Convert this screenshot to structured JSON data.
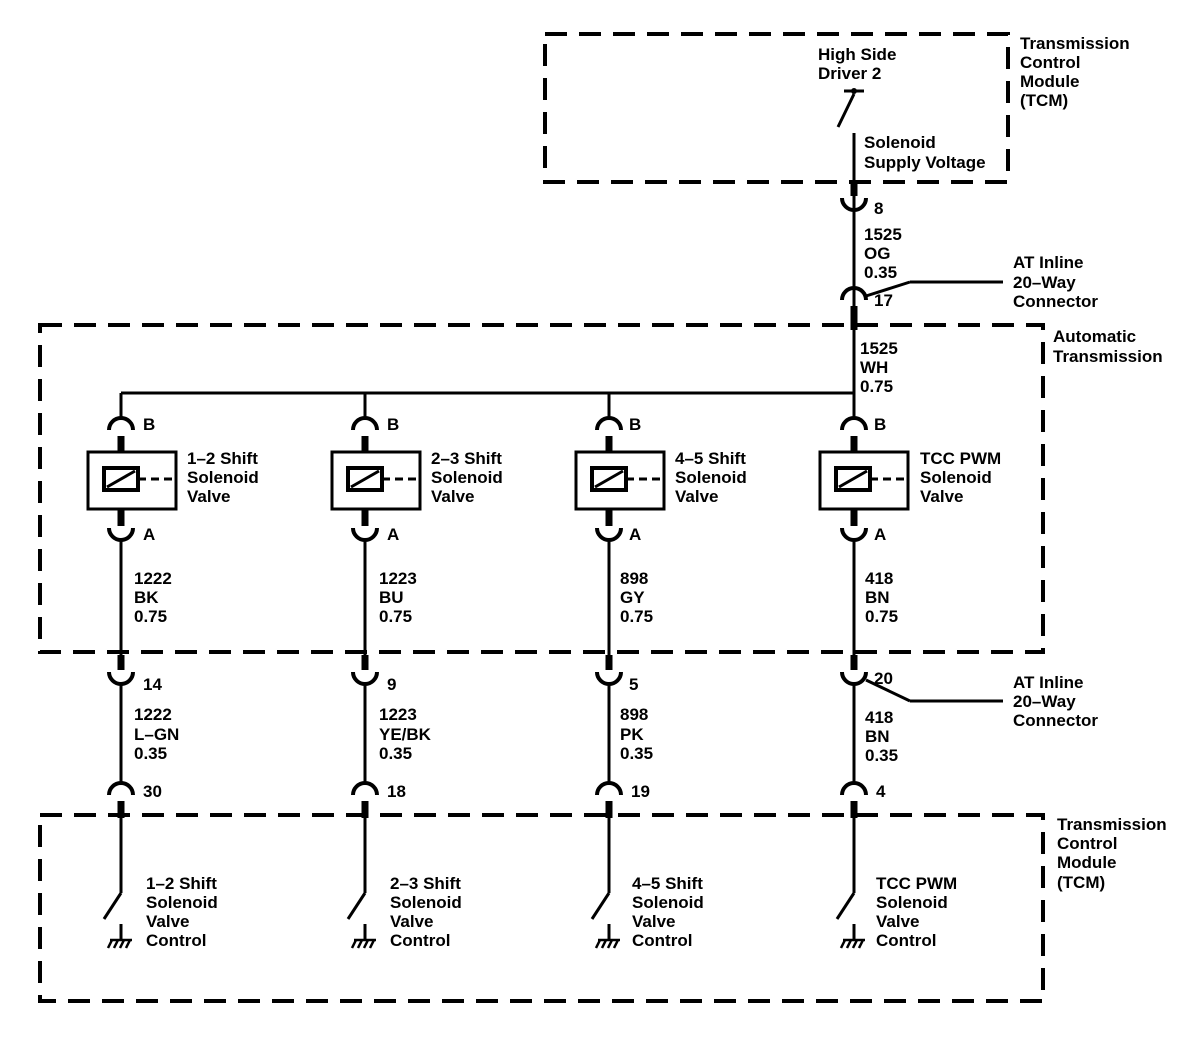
{
  "modules": {
    "tcm_top": [
      "Transmission",
      "Control",
      "Module",
      "(TCM)"
    ],
    "auto_trans": [
      "Automatic",
      "Transmission"
    ],
    "tcm_bottom": [
      "Transmission",
      "Control",
      "Module",
      "(TCM)"
    ]
  },
  "high_side_driver": [
    "High Side",
    "Driver 2"
  ],
  "supply_voltage": [
    "Solenoid",
    "Supply Voltage"
  ],
  "supply_pin": "8",
  "supply_wire_upper": [
    "1525",
    "OG",
    "0.35"
  ],
  "inline_pin_supply": "17",
  "inline_connector_top": [
    "AT Inline",
    "20–Way",
    "Connector"
  ],
  "supply_wire_lower": [
    "1525",
    "WH",
    "0.75"
  ],
  "branches": [
    {
      "pin_b": "B",
      "solenoid": [
        "1–2 Shift",
        "Solenoid",
        "Valve"
      ],
      "pin_a": "A",
      "wire_inner": [
        "1222",
        "BK",
        "0.75"
      ],
      "inline_pin": "14",
      "wire_outer": [
        "1222",
        "L–GN",
        "0.35"
      ],
      "tcm_pin": "30",
      "control": [
        "1–2 Shift",
        "Solenoid",
        "Valve",
        "Control"
      ]
    },
    {
      "pin_b": "B",
      "solenoid": [
        "2–3 Shift",
        "Solenoid",
        "Valve"
      ],
      "pin_a": "A",
      "wire_inner": [
        "1223",
        "BU",
        "0.75"
      ],
      "inline_pin": "9",
      "wire_outer": [
        "1223",
        "YE/BK",
        "0.35"
      ],
      "tcm_pin": "18",
      "control": [
        "2–3 Shift",
        "Solenoid",
        "Valve",
        "Control"
      ]
    },
    {
      "pin_b": "B",
      "solenoid": [
        "4–5 Shift",
        "Solenoid",
        "Valve"
      ],
      "pin_a": "A",
      "wire_inner": [
        "898",
        "GY",
        "0.75"
      ],
      "inline_pin": "5",
      "wire_outer": [
        "898",
        "PK",
        "0.35"
      ],
      "tcm_pin": "19",
      "control": [
        "4–5 Shift",
        "Solenoid",
        "Valve",
        "Control"
      ]
    },
    {
      "pin_b": "B",
      "solenoid": [
        "TCC PWM",
        "Solenoid",
        "Valve"
      ],
      "pin_a": "A",
      "wire_inner": [
        "418",
        "BN",
        "0.75"
      ],
      "inline_pin": "20",
      "wire_outer": [
        "418",
        "BN",
        "0.35"
      ],
      "tcm_pin": "4",
      "control": [
        "TCC PWM",
        "Solenoid",
        "Valve",
        "Control"
      ]
    }
  ],
  "inline_connector_bottom": [
    "AT Inline",
    "20–Way",
    "Connector"
  ]
}
